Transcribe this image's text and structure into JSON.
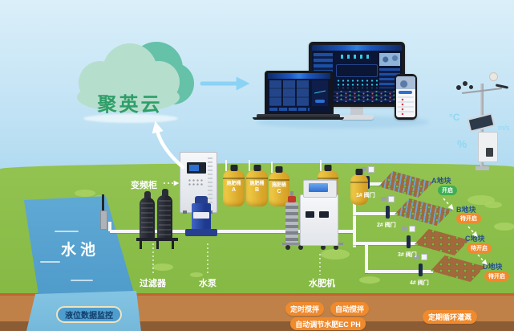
{
  "colors": {
    "accent_orange": "#ef8a2d",
    "status_open_green": "#3fae52",
    "cloud_text_green": "#2f9e68",
    "pool_blue": "#5fa9d5",
    "grass_green": "#8abc49",
    "soil_brown": "#c08149",
    "sky_blue": "#bce0f3",
    "dashboard_navy": "#0b1534",
    "weather_unit_blue": "#8fd8f2"
  },
  "cloud": {
    "label": "聚英云"
  },
  "weather_station": {
    "temp_unit": "°C",
    "wind_unit": "m/s",
    "humidity_unit": "%"
  },
  "pool": {
    "label": "水池",
    "level_badge": "液位数据监控"
  },
  "equipment": {
    "cabinet_label": "变频柜",
    "filter_label": "过滤器",
    "pump_label": "水泵",
    "machine_label": "水肥机",
    "tanks": [
      {
        "label": "施肥桶",
        "letter": "A"
      },
      {
        "label": "施肥桶",
        "letter": "B"
      },
      {
        "label": "施肥桶",
        "letter": "C"
      }
    ]
  },
  "field": {
    "plots": [
      {
        "name": "A地块",
        "status": "开启",
        "valve_label": "1# 阀门",
        "irrigated": true
      },
      {
        "name": "B地块",
        "status": "待开启",
        "valve_label": "2# 阀门",
        "irrigated": true
      },
      {
        "name": "C地块",
        "status": "待开启",
        "valve_label": "3# 阀门",
        "irrigated": false
      },
      {
        "name": "D地块",
        "status": "待开启",
        "valve_label": "4# 阀门",
        "irrigated": false
      }
    ]
  },
  "features": [
    "定时搅拌",
    "自动搅拌",
    "自动调节水肥EC PH",
    "定期循环灌溉"
  ]
}
